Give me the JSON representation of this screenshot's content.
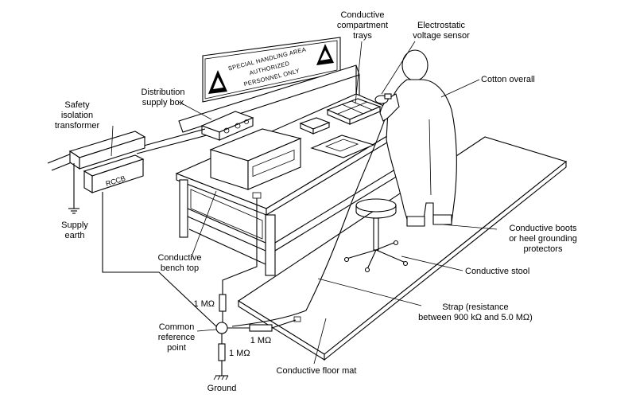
{
  "sign": {
    "line1": "SPECIAL HANDLING AREA",
    "line2": "AUTHORIZED",
    "line3": "PERSONNEL ONLY"
  },
  "equipment": {
    "rccb": "RCCB"
  },
  "labels": {
    "conductive_trays": [
      "Conductive",
      "compartment",
      "trays"
    ],
    "voltage_sensor": [
      "Electrostatic",
      "voltage sensor"
    ],
    "cotton_overall": [
      "Cotton overall"
    ],
    "distribution_box": [
      "Distribution",
      "supply box"
    ],
    "isolation_transformer": [
      "Safety",
      "isolation",
      "transformer"
    ],
    "supply_earth": [
      "Supply",
      "earth"
    ],
    "bench_top": [
      "Conductive",
      "bench top"
    ],
    "conductive_boots": [
      "Conductive boots",
      "or heel grounding",
      "protectors"
    ],
    "conductive_stool": [
      "Conductive stool"
    ],
    "strap": [
      "Strap (resistance",
      "between 900 kΩ and 5.0 MΩ)"
    ],
    "common_reference": [
      "Common",
      "reference",
      "point"
    ],
    "floor_mat": [
      "Conductive floor mat"
    ],
    "ground": [
      "Ground"
    ]
  },
  "resistors": {
    "r_bench": "1 MΩ",
    "r_mat": "1 MΩ",
    "r_ground": "1 MΩ"
  }
}
